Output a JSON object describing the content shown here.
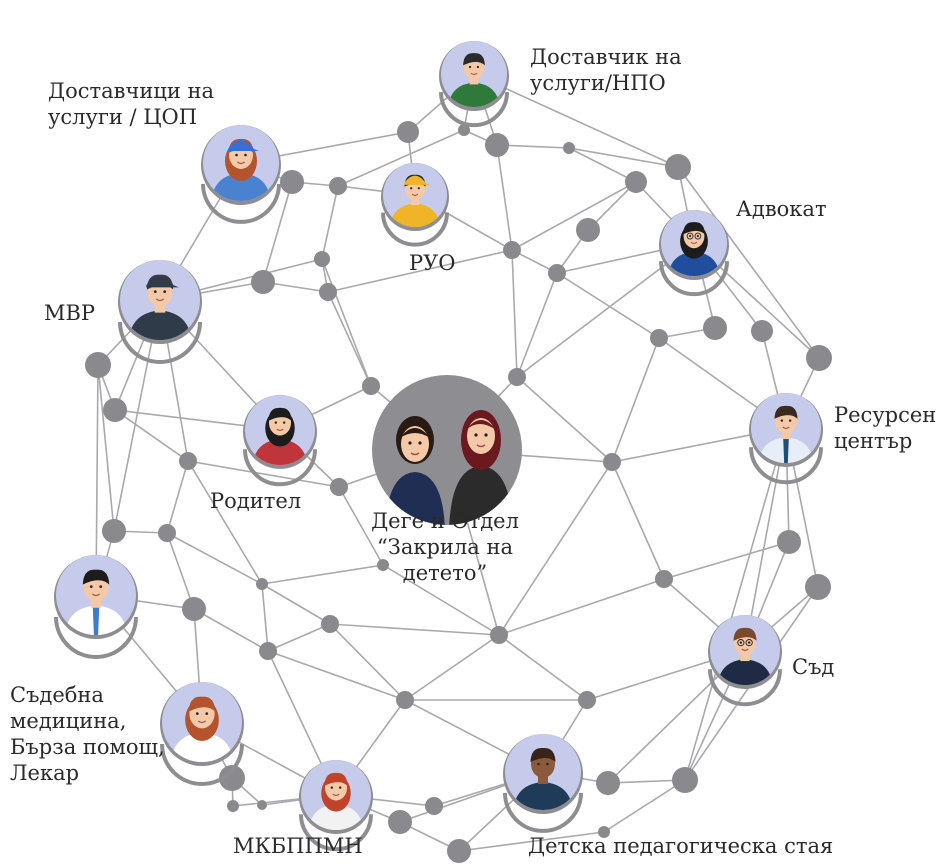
{
  "diagram": {
    "center": {
      "line1": "Деге и Отдел",
      "line2": "“Закрила на",
      "line3": "детето”"
    },
    "actors": {
      "ngo_provider": {
        "line1": "Доставчик на",
        "line2": "услуги/НПО"
      },
      "cop_providers": {
        "line1": "Доставчици на",
        "line2": "услуги / ЦОП"
      },
      "ruo": {
        "line1": "РУО"
      },
      "lawyer": {
        "line1": "Адвокат"
      },
      "police": {
        "line1": "МВР"
      },
      "resource_center": {
        "line1": "Ресурсен",
        "line2": "център"
      },
      "parent": {
        "line1": "Родител"
      },
      "court": {
        "line1": "Съд"
      },
      "medicine": {
        "line1": "Съдебна",
        "line2": "медицина,",
        "line3": "Бърза помощ,",
        "line4": "Лекар"
      },
      "mkbppmn": {
        "line1": "МКБППМН"
      },
      "ped_room": {
        "line1": "Детска педагогическа стая"
      }
    }
  },
  "colors": {
    "node": "#8a8a8e",
    "edge": "#a9a9ad",
    "avatar_bg": "#c6cbeb",
    "ring": "#8e8e92"
  }
}
